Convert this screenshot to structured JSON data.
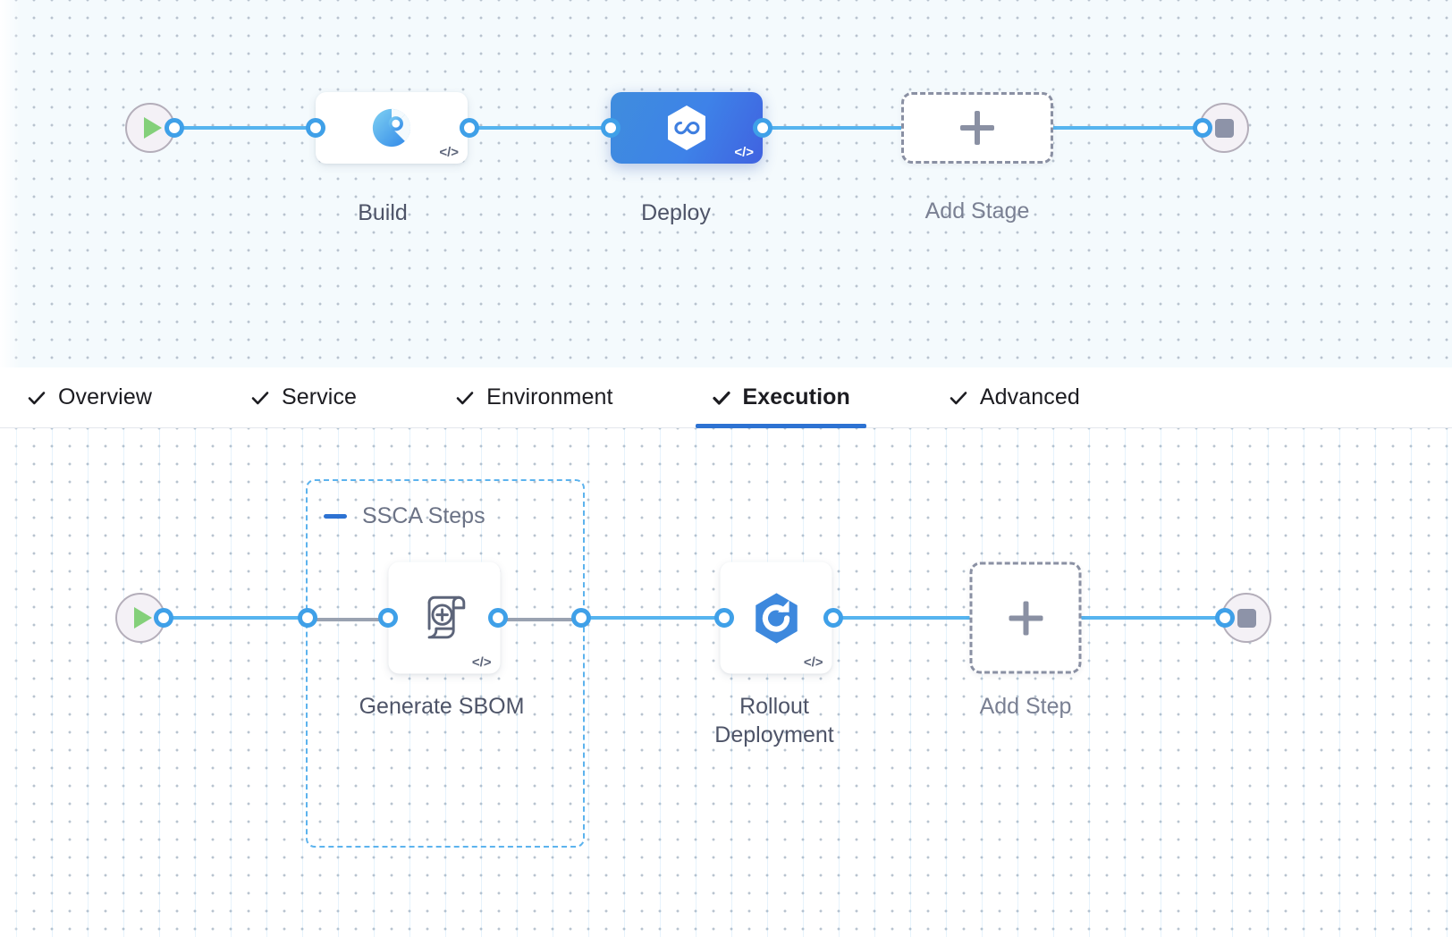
{
  "theme": {
    "accent_blue": "#2d72d2",
    "connector_blue": "#56b4ef",
    "selected_node_gradient_from": "#3f8ddd",
    "selected_node_gradient_to": "#4062e0",
    "group_border": "#5cb3ee",
    "placeholder_gray": "#8a90a3",
    "canvas_top_bg": "#f4fafd",
    "canvas_bottom_bg": "#ffffff",
    "play_green": "#84d07a",
    "stop_gray": "#8d93a8"
  },
  "stage_row": {
    "start_node": {
      "name": "pipeline-start",
      "icon": "play-icon"
    },
    "end_node": {
      "name": "pipeline-end",
      "icon": "stop-icon"
    },
    "stages": [
      {
        "label": "Build",
        "icon": "build-ci-icon",
        "selected": false,
        "code_badge": "</>"
      },
      {
        "label": "Deploy",
        "icon": "deploy-hexagon-infinity-icon",
        "selected": true,
        "code_badge": "</>"
      }
    ],
    "add_stage": {
      "label": "Add Stage",
      "icon": "plus-icon"
    }
  },
  "tabs": [
    {
      "label": "Overview",
      "icon": "check-icon",
      "active": false
    },
    {
      "label": "Service",
      "icon": "check-icon",
      "active": false
    },
    {
      "label": "Environment",
      "icon": "check-icon",
      "active": false
    },
    {
      "label": "Execution",
      "icon": "check-icon",
      "active": true
    },
    {
      "label": "Advanced",
      "icon": "check-icon",
      "active": false
    }
  ],
  "step_row": {
    "start_node": {
      "name": "execution-start",
      "icon": "play-icon"
    },
    "end_node": {
      "name": "execution-end",
      "icon": "stop-icon"
    },
    "group": {
      "title": "SSCA Steps",
      "collapse_icon": "minus-icon"
    },
    "steps": [
      {
        "label": "Generate SBOM",
        "icon": "scroll-plus-icon",
        "code_badge": "</>",
        "in_group": true
      },
      {
        "label": "Rollout\nDeployment",
        "icon": "rollout-hexagon-refresh-icon",
        "code_badge": "</>",
        "in_group": false
      }
    ],
    "add_step": {
      "label": "Add Step",
      "icon": "plus-icon"
    }
  }
}
